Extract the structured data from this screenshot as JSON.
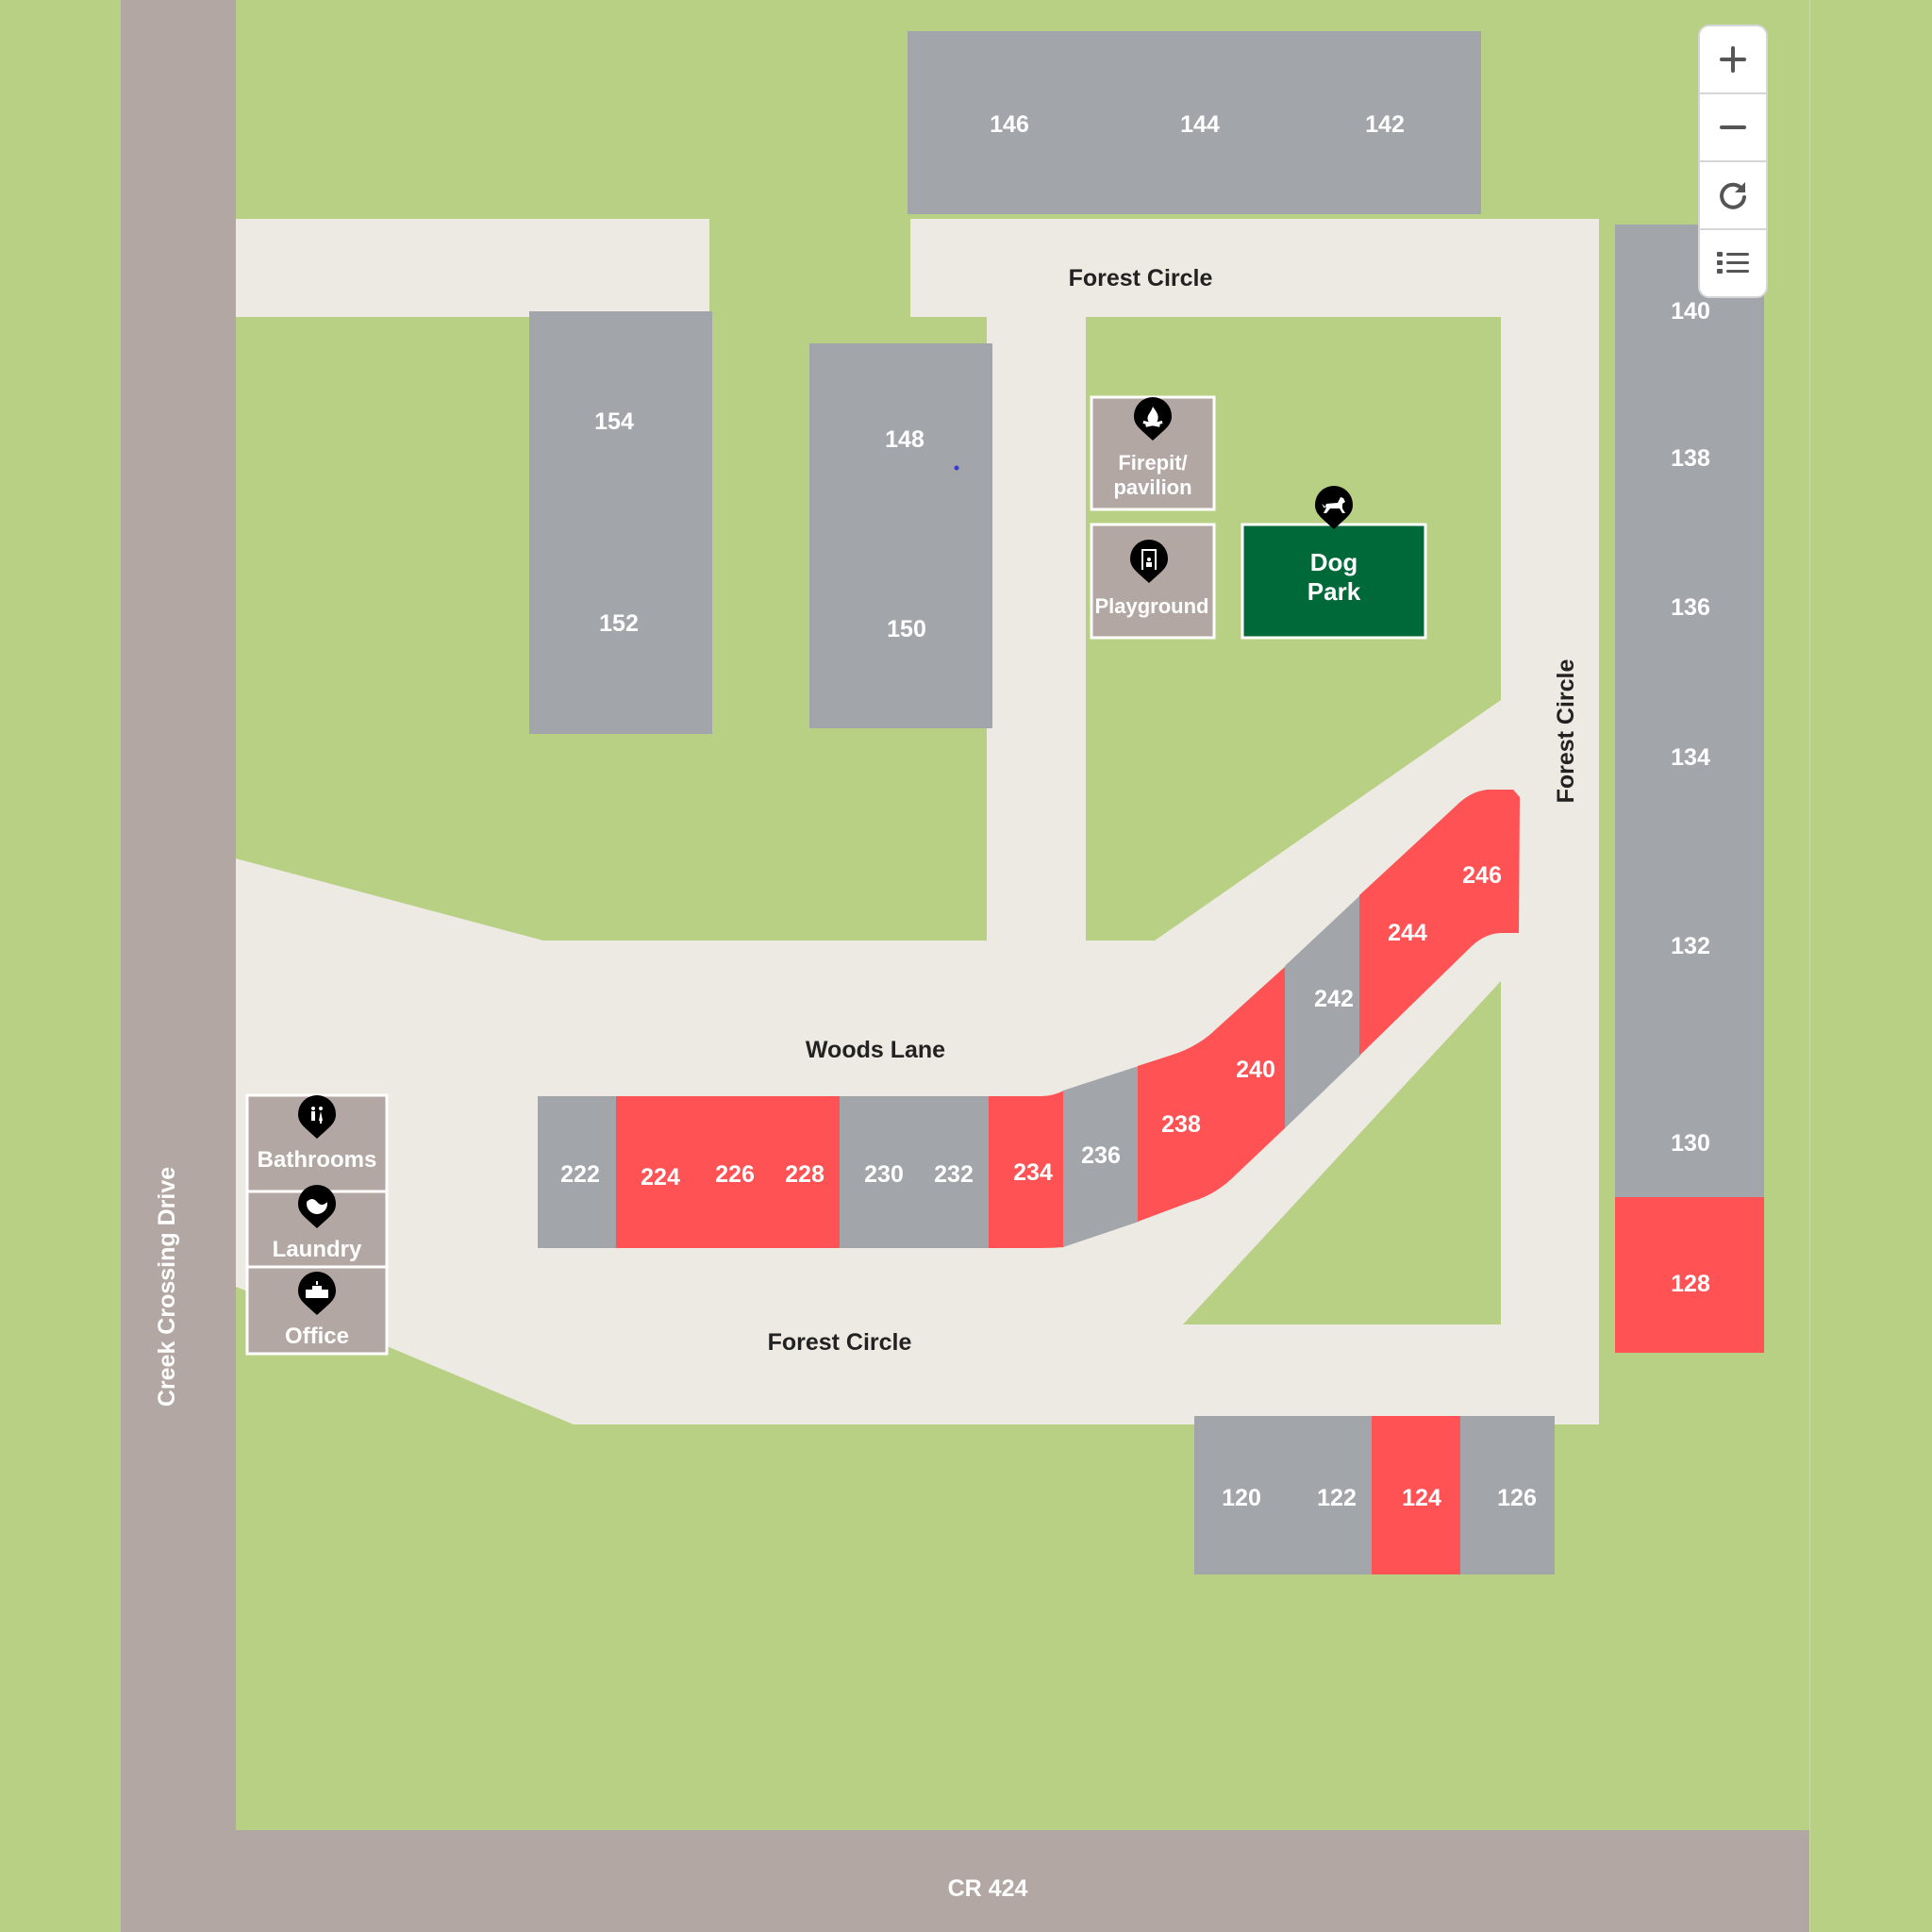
{
  "colors": {
    "grass": "#b8d083",
    "road": "#ede9e3",
    "street": "#b3a7a3",
    "unit_available": "#a2a5aa",
    "unit_occupied": "#fe5254",
    "amenity": "#b3a7a3",
    "dog_park": "#00693a",
    "pin": "#000000",
    "label_dark": "#222222"
  },
  "controls": {
    "zoom_in": {
      "icon": "plus-icon",
      "label": "+"
    },
    "zoom_out": {
      "icon": "minus-icon",
      "label": "−"
    },
    "reset": {
      "icon": "refresh-icon",
      "label": "↻"
    },
    "list": {
      "icon": "list-icon",
      "label": "≡"
    }
  },
  "streets": {
    "west": "Creek Crossing Drive",
    "south": "CR 424"
  },
  "roads": {
    "forest_circle_top": "Forest Circle",
    "forest_circle_east": "Forest Circle",
    "forest_circle_south": "Forest Circle",
    "woods_lane": "Woods Lane"
  },
  "amenities": {
    "firepit": {
      "label_line1": "Firepit/",
      "label_line2": "pavilion",
      "icon": "campfire-icon"
    },
    "playground": {
      "label": "Playground",
      "icon": "swing-icon"
    },
    "dog_park": {
      "label_line1": "Dog",
      "label_line2": "Park",
      "icon": "dog-icon"
    },
    "bathrooms": {
      "label": "Bathrooms",
      "icon": "restroom-icon"
    },
    "laundry": {
      "label": "Laundry",
      "icon": "washing-machine-icon"
    },
    "office": {
      "label": "Office",
      "icon": "office-desk-icon"
    }
  },
  "units": {
    "u146": {
      "number": "146",
      "status": "available"
    },
    "u144": {
      "number": "144",
      "status": "available"
    },
    "u142": {
      "number": "142",
      "status": "available"
    },
    "u154": {
      "number": "154",
      "status": "available"
    },
    "u152": {
      "number": "152",
      "status": "available"
    },
    "u148": {
      "number": "148",
      "status": "available"
    },
    "u150": {
      "number": "150",
      "status": "available"
    },
    "u140": {
      "number": "140",
      "status": "available"
    },
    "u138": {
      "number": "138",
      "status": "available"
    },
    "u136": {
      "number": "136",
      "status": "available"
    },
    "u134": {
      "number": "134",
      "status": "available"
    },
    "u132": {
      "number": "132",
      "status": "available"
    },
    "u130": {
      "number": "130",
      "status": "available"
    },
    "u128": {
      "number": "128",
      "status": "occupied"
    },
    "u120": {
      "number": "120",
      "status": "available"
    },
    "u122": {
      "number": "122",
      "status": "available"
    },
    "u124": {
      "number": "124",
      "status": "occupied"
    },
    "u126": {
      "number": "126",
      "status": "available"
    },
    "u222": {
      "number": "222",
      "status": "available"
    },
    "u224": {
      "number": "224",
      "status": "occupied"
    },
    "u226": {
      "number": "226",
      "status": "occupied"
    },
    "u228": {
      "number": "228",
      "status": "occupied"
    },
    "u230": {
      "number": "230",
      "status": "available"
    },
    "u232": {
      "number": "232",
      "status": "available"
    },
    "u234": {
      "number": "234",
      "status": "occupied"
    },
    "u236": {
      "number": "236",
      "status": "available"
    },
    "u238": {
      "number": "238",
      "status": "occupied"
    },
    "u240": {
      "number": "240",
      "status": "occupied"
    },
    "u242": {
      "number": "242",
      "status": "available"
    },
    "u244": {
      "number": "244",
      "status": "occupied"
    },
    "u246": {
      "number": "246",
      "status": "occupied"
    }
  }
}
